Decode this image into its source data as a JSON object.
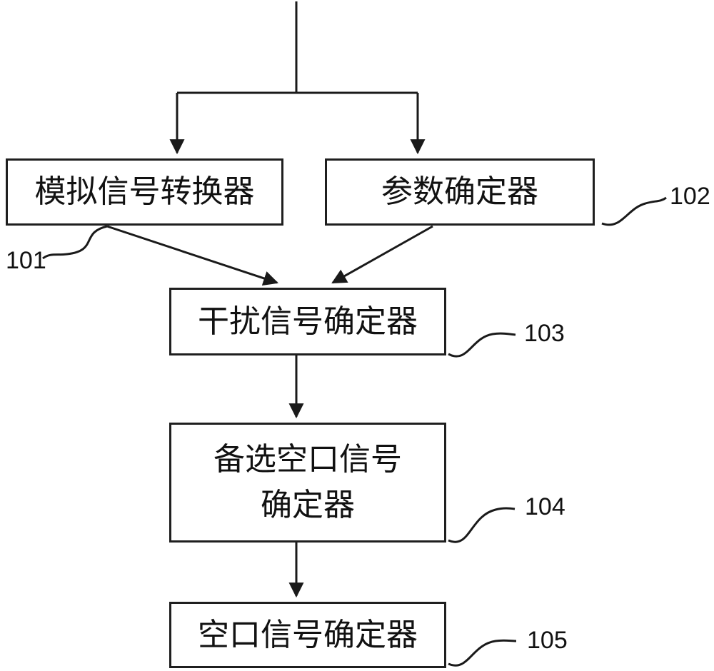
{
  "figure": {
    "boxes": {
      "analog_signal_converter": {
        "label": "模拟信号转换器",
        "ref": "101"
      },
      "parameter_determiner": {
        "label": "参数确定器",
        "ref": "102"
      },
      "interference_signal_determiner": {
        "label": "干扰信号确定器",
        "ref": "103"
      },
      "candidate_air_interface_signal_determiner": {
        "label": "备选空口信号确定器",
        "ref": "104"
      },
      "air_interface_signal_determiner": {
        "label": "空口信号确定器",
        "ref": "105"
      }
    },
    "colors": {
      "line": "#1a1a1a",
      "background": "#ffffff"
    }
  }
}
